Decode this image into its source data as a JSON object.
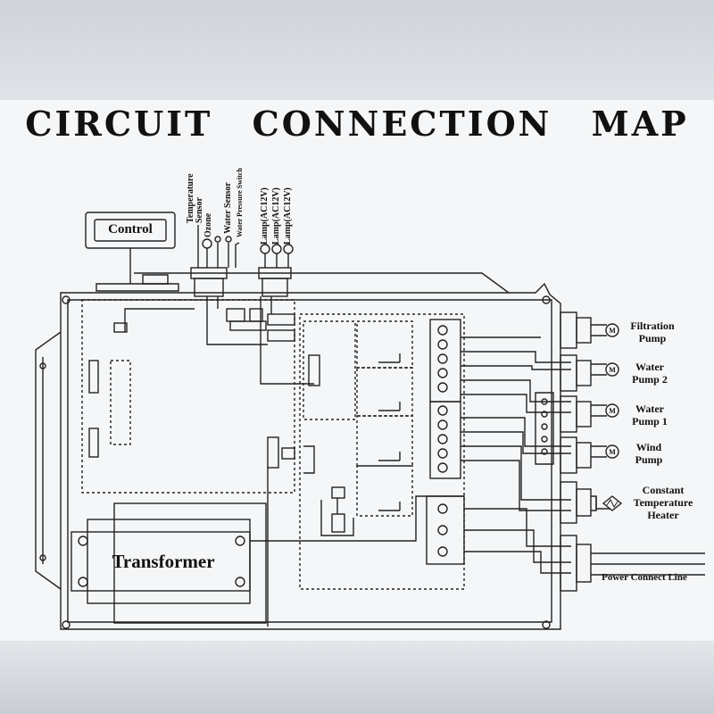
{
  "title": "CIRCUIT CONNECTION MAP",
  "control": {
    "label": "Control"
  },
  "transformer": {
    "label": "Transformer"
  },
  "sensor_inputs": [
    {
      "label": "Temperature Sensor"
    },
    {
      "label": "Ozone"
    },
    {
      "label": "Water Sensor"
    },
    {
      "label": "Water Pressure Switch"
    },
    {
      "label": "Lamp(AC12V)"
    },
    {
      "label": "Lamp(AC12V)"
    },
    {
      "label": "Lamp(AC12V)"
    }
  ],
  "outputs": [
    {
      "label": "Filtration Pump",
      "icon": "motor-icon"
    },
    {
      "label": "Water Pump 2",
      "icon": "motor-icon"
    },
    {
      "label": "Water Pump 1",
      "icon": "motor-icon"
    },
    {
      "label": "Wind Pump",
      "icon": "motor-icon"
    },
    {
      "label": "Constant Temperature Heater",
      "icon": "heater-icon"
    }
  ],
  "power": {
    "label": "Power Connect Line"
  }
}
